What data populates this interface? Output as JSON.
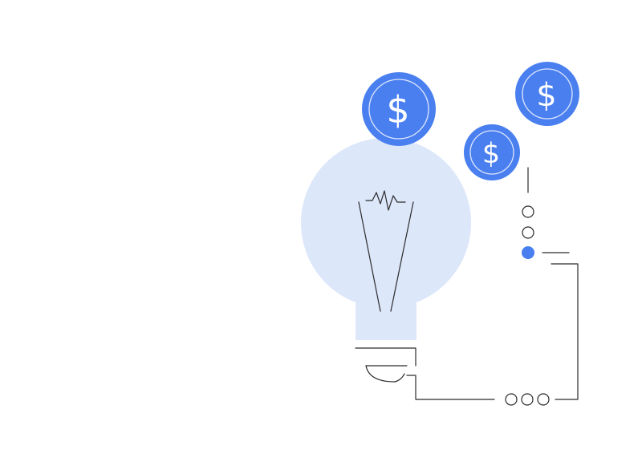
{
  "illustration": {
    "subject": "lightbulb-with-dollar-coins",
    "coin_symbol": "$",
    "coin_count": 3,
    "palette": {
      "coin_fill": "#4a7ff0",
      "coin_ring": "#dfe8fb",
      "coin_symbol": "#ffffff",
      "bulb_fill": "#dce7fa",
      "line": "#2b2b2b",
      "indicator_active": "#4a7ff0",
      "background": "#ffffff"
    },
    "indicators": {
      "vertical": {
        "count": 3,
        "active_index": 2
      },
      "horizontal": {
        "count": 3
      }
    }
  }
}
